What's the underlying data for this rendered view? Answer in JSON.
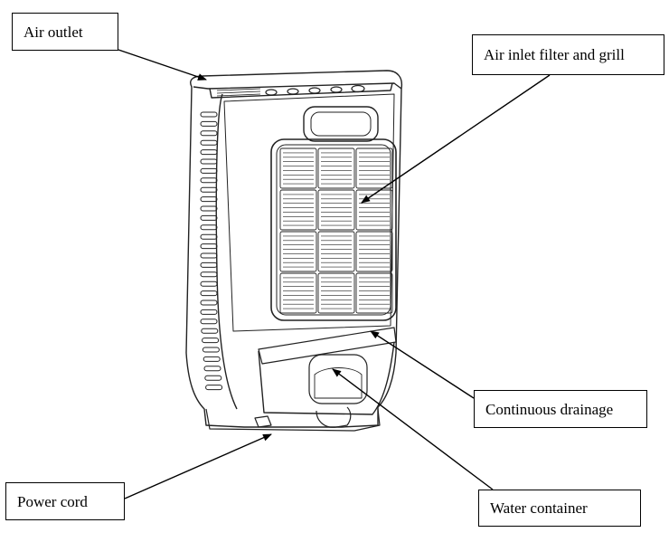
{
  "labels": {
    "air_outlet": "Air outlet",
    "air_inlet": "Air inlet filter and grill",
    "continuous_drainage": "Continuous drainage",
    "water_container": "Water container",
    "power_cord": "Power cord"
  },
  "colors": {
    "line": "#000000",
    "background": "#ffffff"
  }
}
